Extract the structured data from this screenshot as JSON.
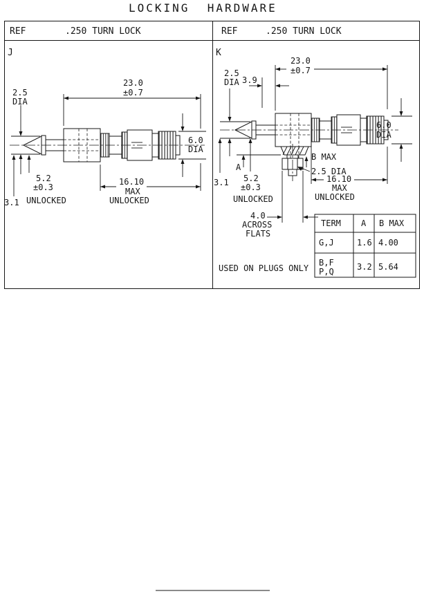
{
  "title": "LOCKING  HARDWARE",
  "panel_j": {
    "header": {
      "ref": "REF",
      "type": ".250 TURN LOCK"
    },
    "letter": "J",
    "dims": {
      "tip_dia": "2.5",
      "tip_dia_unit": "DIA",
      "length": "23.0",
      "length_tol": "±0.7",
      "body_dia": "6.0",
      "body_dia_unit": "DIA",
      "dim_31": "3.1",
      "dim_52": "5.2",
      "dim_52_tol": "±0.3",
      "unlocked_tip": "UNLOCKED",
      "max_len": "16.10",
      "max_word": "MAX",
      "unlocked_len": "UNLOCKED"
    }
  },
  "panel_k": {
    "header": {
      "ref": "REF",
      "type": ".250 TURN LOCK"
    },
    "letter": "K",
    "dims": {
      "tip_dia": "2.5",
      "tip_dia_unit": "DIA",
      "dim_39": "3.9",
      "length": "23.0",
      "length_tol": "±0.7",
      "body_dia": "6.0",
      "body_dia_unit": "DIA",
      "b_max": "B MAX",
      "a_ref": "A",
      "stud_dia": "2.5 DIA",
      "dim_31": "3.1",
      "dim_52": "5.2",
      "dim_52_tol": "±0.3",
      "unlocked_tip": "UNLOCKED",
      "max_len": "16.10",
      "max_word": "MAX",
      "unlocked_len": "UNLOCKED",
      "flats_val": "4.0",
      "flats_word1": "ACROSS",
      "flats_word2": "FLATS"
    },
    "table": {
      "headers": [
        "TERM",
        "A",
        "B MAX"
      ],
      "rows": [
        {
          "term": "G,J",
          "a": "1.6",
          "b_max": "4.00"
        },
        {
          "term_l1": "B,F",
          "term_l2": "P,Q",
          "a": "3.2",
          "b_max": "5.64"
        }
      ]
    },
    "note": "USED ON PLUGS ONLY"
  }
}
